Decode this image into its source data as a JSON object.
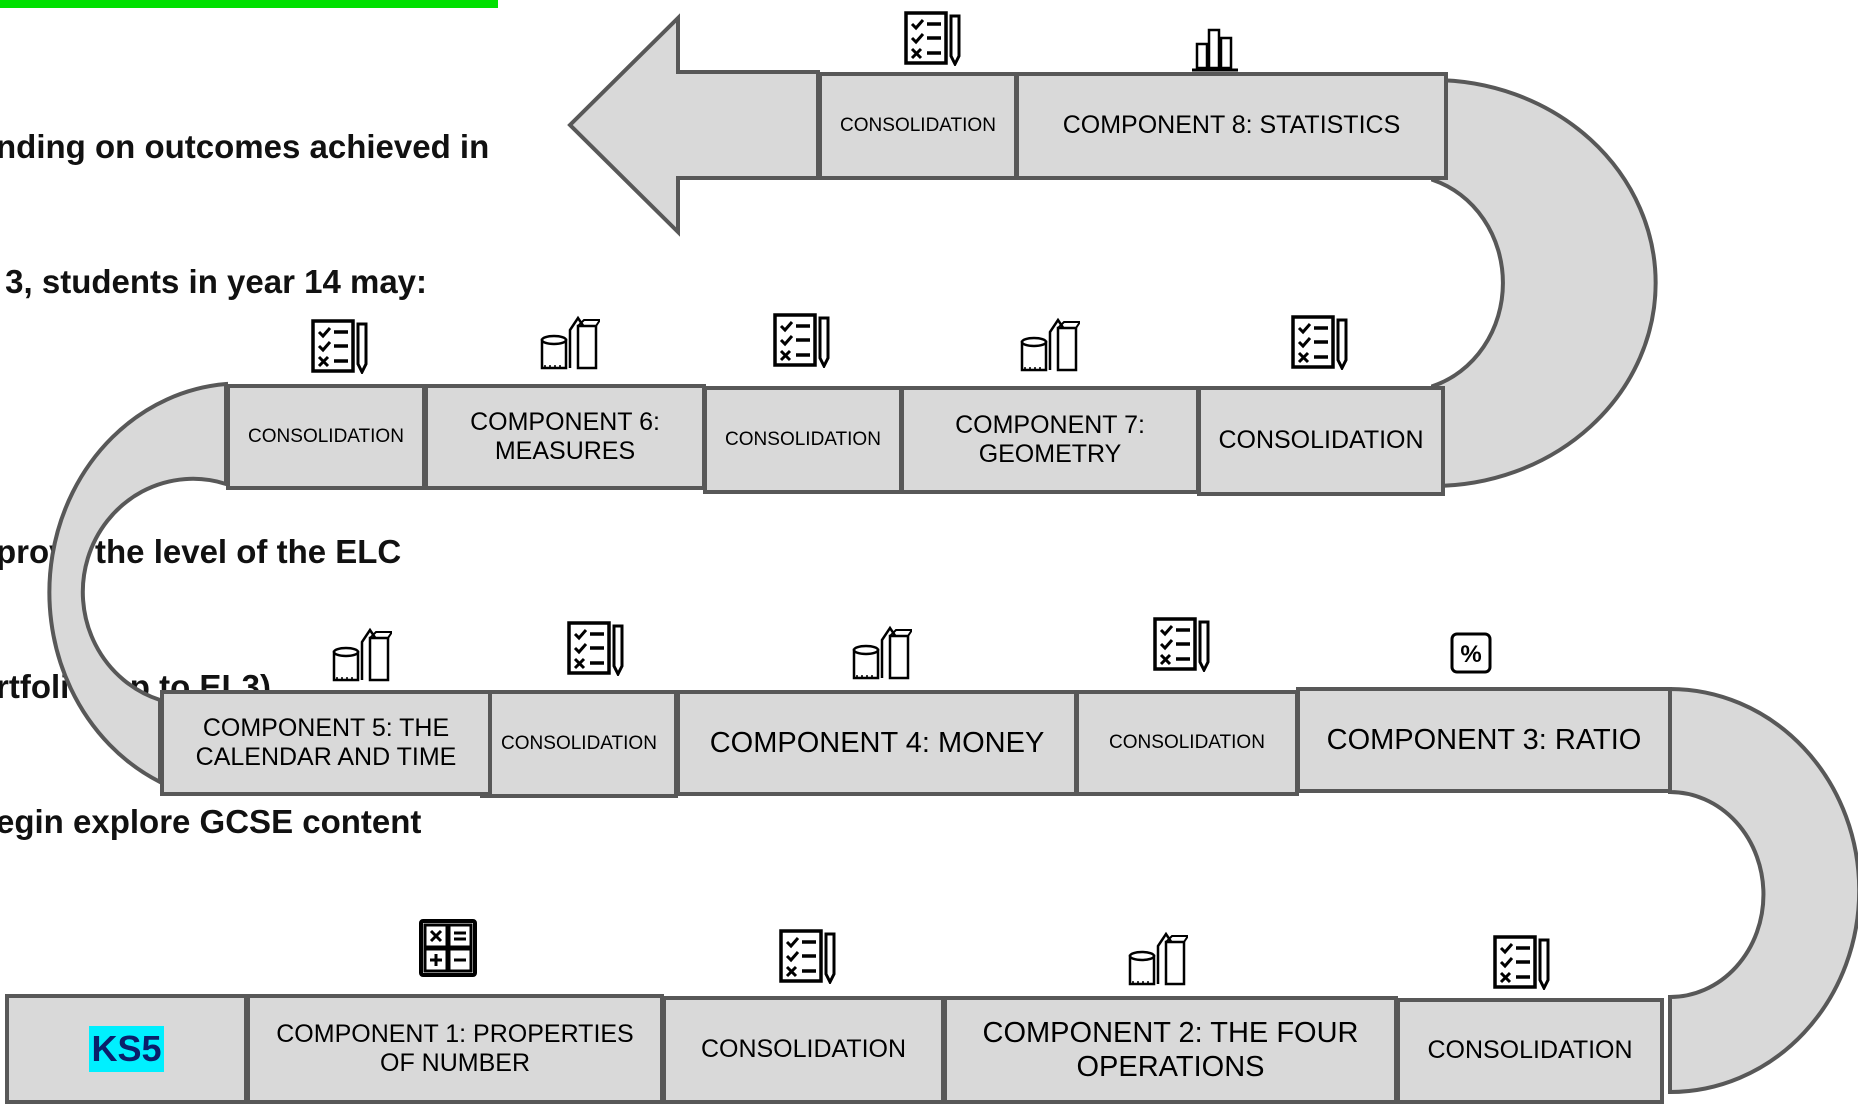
{
  "note": {
    "lines": [
      "nding on outcomes achieved in",
      " 3, students in year 14 may:",
      "",
      "prove the level of the ELC",
      "rtfolio (up to EL3)",
      "egin explore GCSE content"
    ]
  },
  "row1": {
    "ks5": "KS5",
    "comp1": "COMPONENT 1: PROPERTIES OF NUMBER",
    "cons_a": "CONSOLIDATION",
    "comp2": "COMPONENT 2: THE FOUR OPERATIONS",
    "cons_b": "CONSOLIDATION"
  },
  "row2": {
    "comp3": "COMPONENT 3: RATIO",
    "cons_a": "CONSOLIDATION",
    "comp4": "COMPONENT 4: MONEY",
    "cons_b": "CONSOLIDATION",
    "comp5": "COMPONENT 5: THE CALENDAR AND TIME"
  },
  "row3": {
    "cons_a": "CONSOLIDATION",
    "comp6": "COMPONENT 6: MEASURES",
    "cons_b": "CONSOLIDATION",
    "comp7": "COMPONENT 7: GEOMETRY",
    "cons_c": "CONSOLIDATION"
  },
  "row4": {
    "comp8": "COMPONENT 8: STATISTICS",
    "cons": "CONSOLIDATION"
  },
  "icons": {
    "checklist": "checklist-icon",
    "shapes": "3d-shapes-icon",
    "calculator": "calculator-icon",
    "percent": "percent-icon",
    "bar_chart": "bar-chart-icon",
    "percent_glyph": "%"
  },
  "colors": {
    "road_fill": "#d9d9d9",
    "road_stroke": "#585858",
    "banner": "#00e000",
    "ks5_highlight": "#00f0ff"
  }
}
